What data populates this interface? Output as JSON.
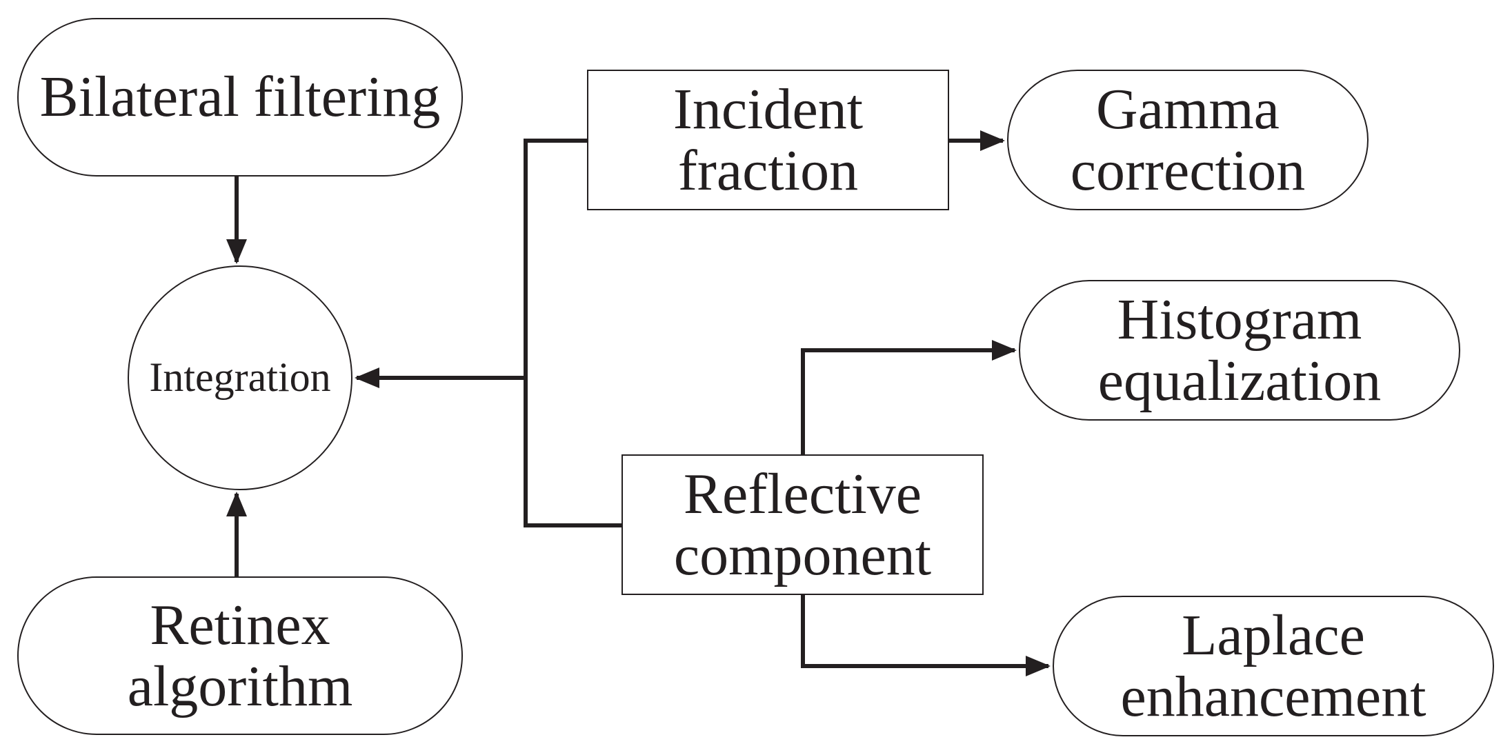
{
  "diagram": {
    "nodes": {
      "bilateral": {
        "label": "Bilateral filtering"
      },
      "retinex": {
        "line1": "Retinex",
        "line2": "algorithm"
      },
      "integration": {
        "label": "Integration"
      },
      "incident": {
        "line1": "Incident",
        "line2": "fraction"
      },
      "reflective": {
        "line1": "Reflective",
        "line2": "component"
      },
      "gamma": {
        "line1": "Gamma",
        "line2": "correction"
      },
      "histogram": {
        "line1": "Histogram",
        "line2": "equalization"
      },
      "laplace": {
        "line1": "Laplace",
        "line2": "enhancement"
      }
    },
    "edges": [
      {
        "from": "bilateral",
        "to": "integration"
      },
      {
        "from": "retinex",
        "to": "integration"
      },
      {
        "from": "incident",
        "to": "integration"
      },
      {
        "from": "reflective",
        "to": "integration"
      },
      {
        "from": "incident",
        "to": "gamma"
      },
      {
        "from": "reflective",
        "to": "histogram"
      },
      {
        "from": "reflective",
        "to": "laplace"
      }
    ],
    "colors": {
      "stroke": "#231f20",
      "background": "#ffffff"
    }
  }
}
